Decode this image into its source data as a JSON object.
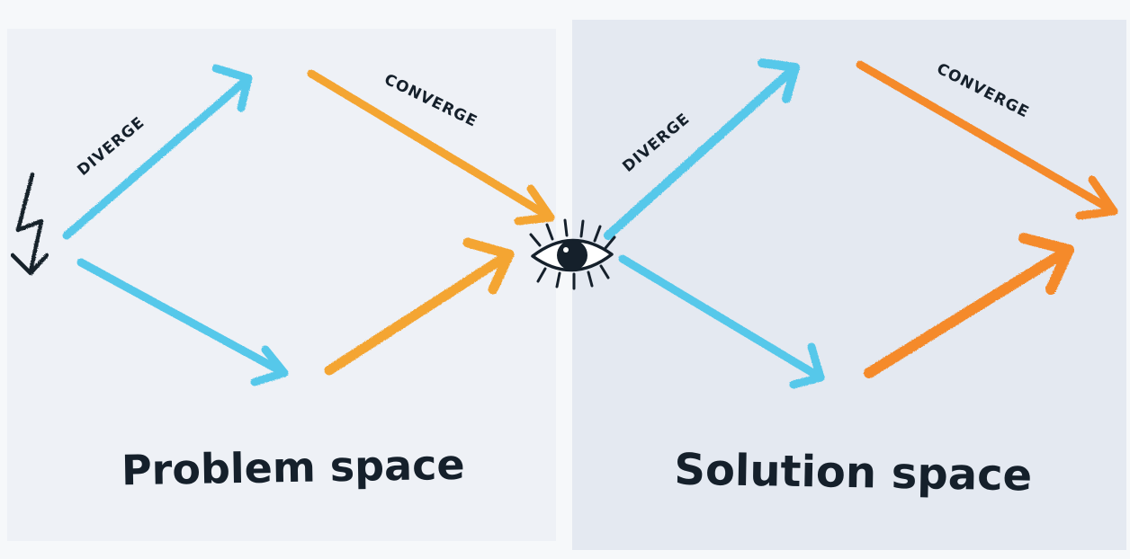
{
  "colors": {
    "background": "#f6f8fa",
    "problem_panel": "#eef1f6",
    "solution_panel": "#e4e9f1",
    "diverge_arrow": "#56c8ea",
    "converge_arrow": "#f4a533",
    "converge_arrow_solution": "#f58a2b",
    "ink": "#15202b"
  },
  "problem": {
    "title": "Problem space",
    "diverge_label": "DIVERGE",
    "converge_label": "CONVERGE"
  },
  "solution": {
    "title": "Solution space",
    "diverge_label": "DIVERGE",
    "converge_label": "CONVERGE"
  },
  "icons": {
    "start": "lightning-bolt-icon",
    "middle": "eye-icon"
  }
}
